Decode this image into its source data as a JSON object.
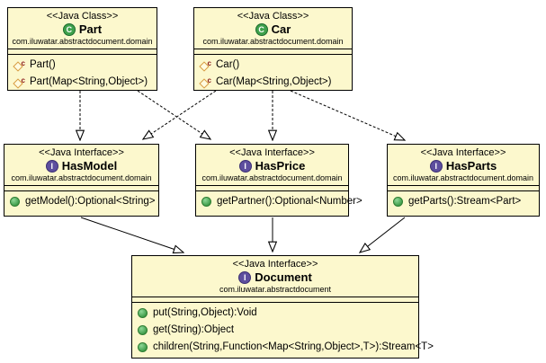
{
  "diagram": {
    "title": "Abstract Document pattern UML class diagram",
    "background_color": "#FFFFFF",
    "node_fill_color": "#FCF8CD",
    "node_border_color": "#000000",
    "class_icon_color": "#3FA14C",
    "interface_icon_color": "#5D4E9E",
    "method_icon_color": "#3C9A47",
    "constructor_icon_color": "#D79B3F"
  },
  "icons": {
    "class_letter": "C",
    "interface_letter": "I",
    "constructor_letter": "c"
  },
  "nodes": [
    {
      "id": "Part",
      "kind": "class",
      "stereotype": "<<Java Class>>",
      "name": "Part",
      "package": "com.iluwatar.abstractdocument.domain",
      "members": [
        "Part()",
        "Part(Map<String,Object>)"
      ]
    },
    {
      "id": "Car",
      "kind": "class",
      "stereotype": "<<Java Class>>",
      "name": "Car",
      "package": "com.iluwatar.abstractdocument.domain",
      "members": [
        "Car()",
        "Car(Map<String,Object>)"
      ]
    },
    {
      "id": "HasModel",
      "kind": "interface",
      "stereotype": "<<Java Interface>>",
      "name": "HasModel",
      "package": "com.iluwatar.abstractdocument.domain",
      "members": [
        "getModel():Optional<String>"
      ]
    },
    {
      "id": "HasPrice",
      "kind": "interface",
      "stereotype": "<<Java Interface>>",
      "name": "HasPrice",
      "package": "com.iluwatar.abstractdocument.domain",
      "members": [
        "getPartner():Optional<Number>"
      ]
    },
    {
      "id": "HasParts",
      "kind": "interface",
      "stereotype": "<<Java Interface>>",
      "name": "HasParts",
      "package": "com.iluwatar.abstractdocument.domain",
      "members": [
        "getParts():Stream<Part>"
      ]
    },
    {
      "id": "Document",
      "kind": "interface",
      "stereotype": "<<Java Interface>>",
      "name": "Document",
      "package": "com.iluwatar.abstractdocument",
      "members": [
        "put(String,Object):Void",
        "get(String):Object",
        "children(String,Function<Map<String,Object>,T>):Stream<T>"
      ]
    }
  ],
  "edges": [
    {
      "from": "Part",
      "to": "HasModel",
      "relation": "realization",
      "line": "dashed"
    },
    {
      "from": "Part",
      "to": "HasPrice",
      "relation": "realization",
      "line": "dashed"
    },
    {
      "from": "Car",
      "to": "HasModel",
      "relation": "realization",
      "line": "dashed"
    },
    {
      "from": "Car",
      "to": "HasPrice",
      "relation": "realization",
      "line": "dashed"
    },
    {
      "from": "Car",
      "to": "HasParts",
      "relation": "realization",
      "line": "dashed"
    },
    {
      "from": "HasModel",
      "to": "Document",
      "relation": "generalization",
      "line": "solid"
    },
    {
      "from": "HasPrice",
      "to": "Document",
      "relation": "generalization",
      "line": "solid"
    },
    {
      "from": "HasParts",
      "to": "Document",
      "relation": "generalization",
      "line": "solid"
    }
  ]
}
